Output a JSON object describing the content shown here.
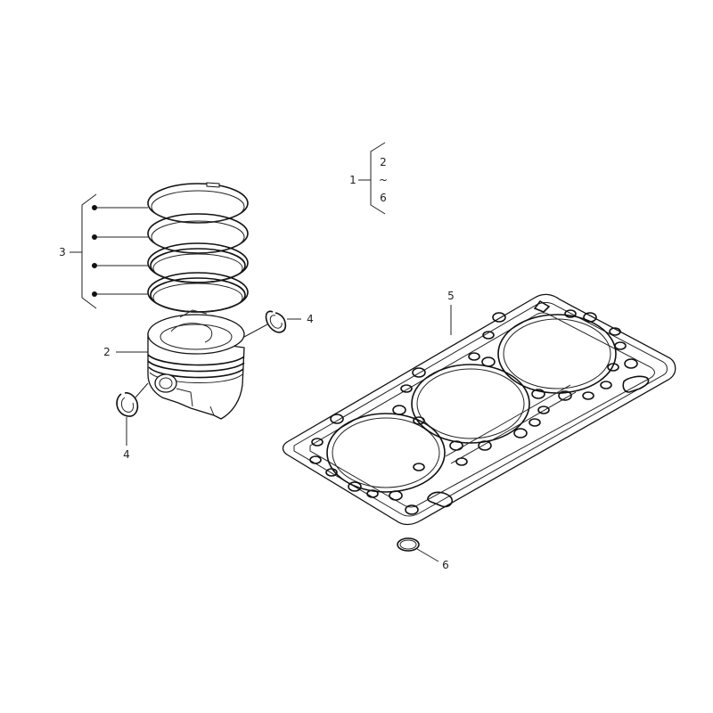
{
  "callouts": {
    "kit": "1",
    "kit_range_start": "2",
    "kit_range_sep": "~",
    "kit_range_end": "6",
    "piston": "2",
    "rings": "3",
    "clip_right": "4",
    "clip_left": "4",
    "gasket": "5",
    "oring": "6"
  },
  "colors": {
    "line": "#111111",
    "background": "#ffffff"
  }
}
